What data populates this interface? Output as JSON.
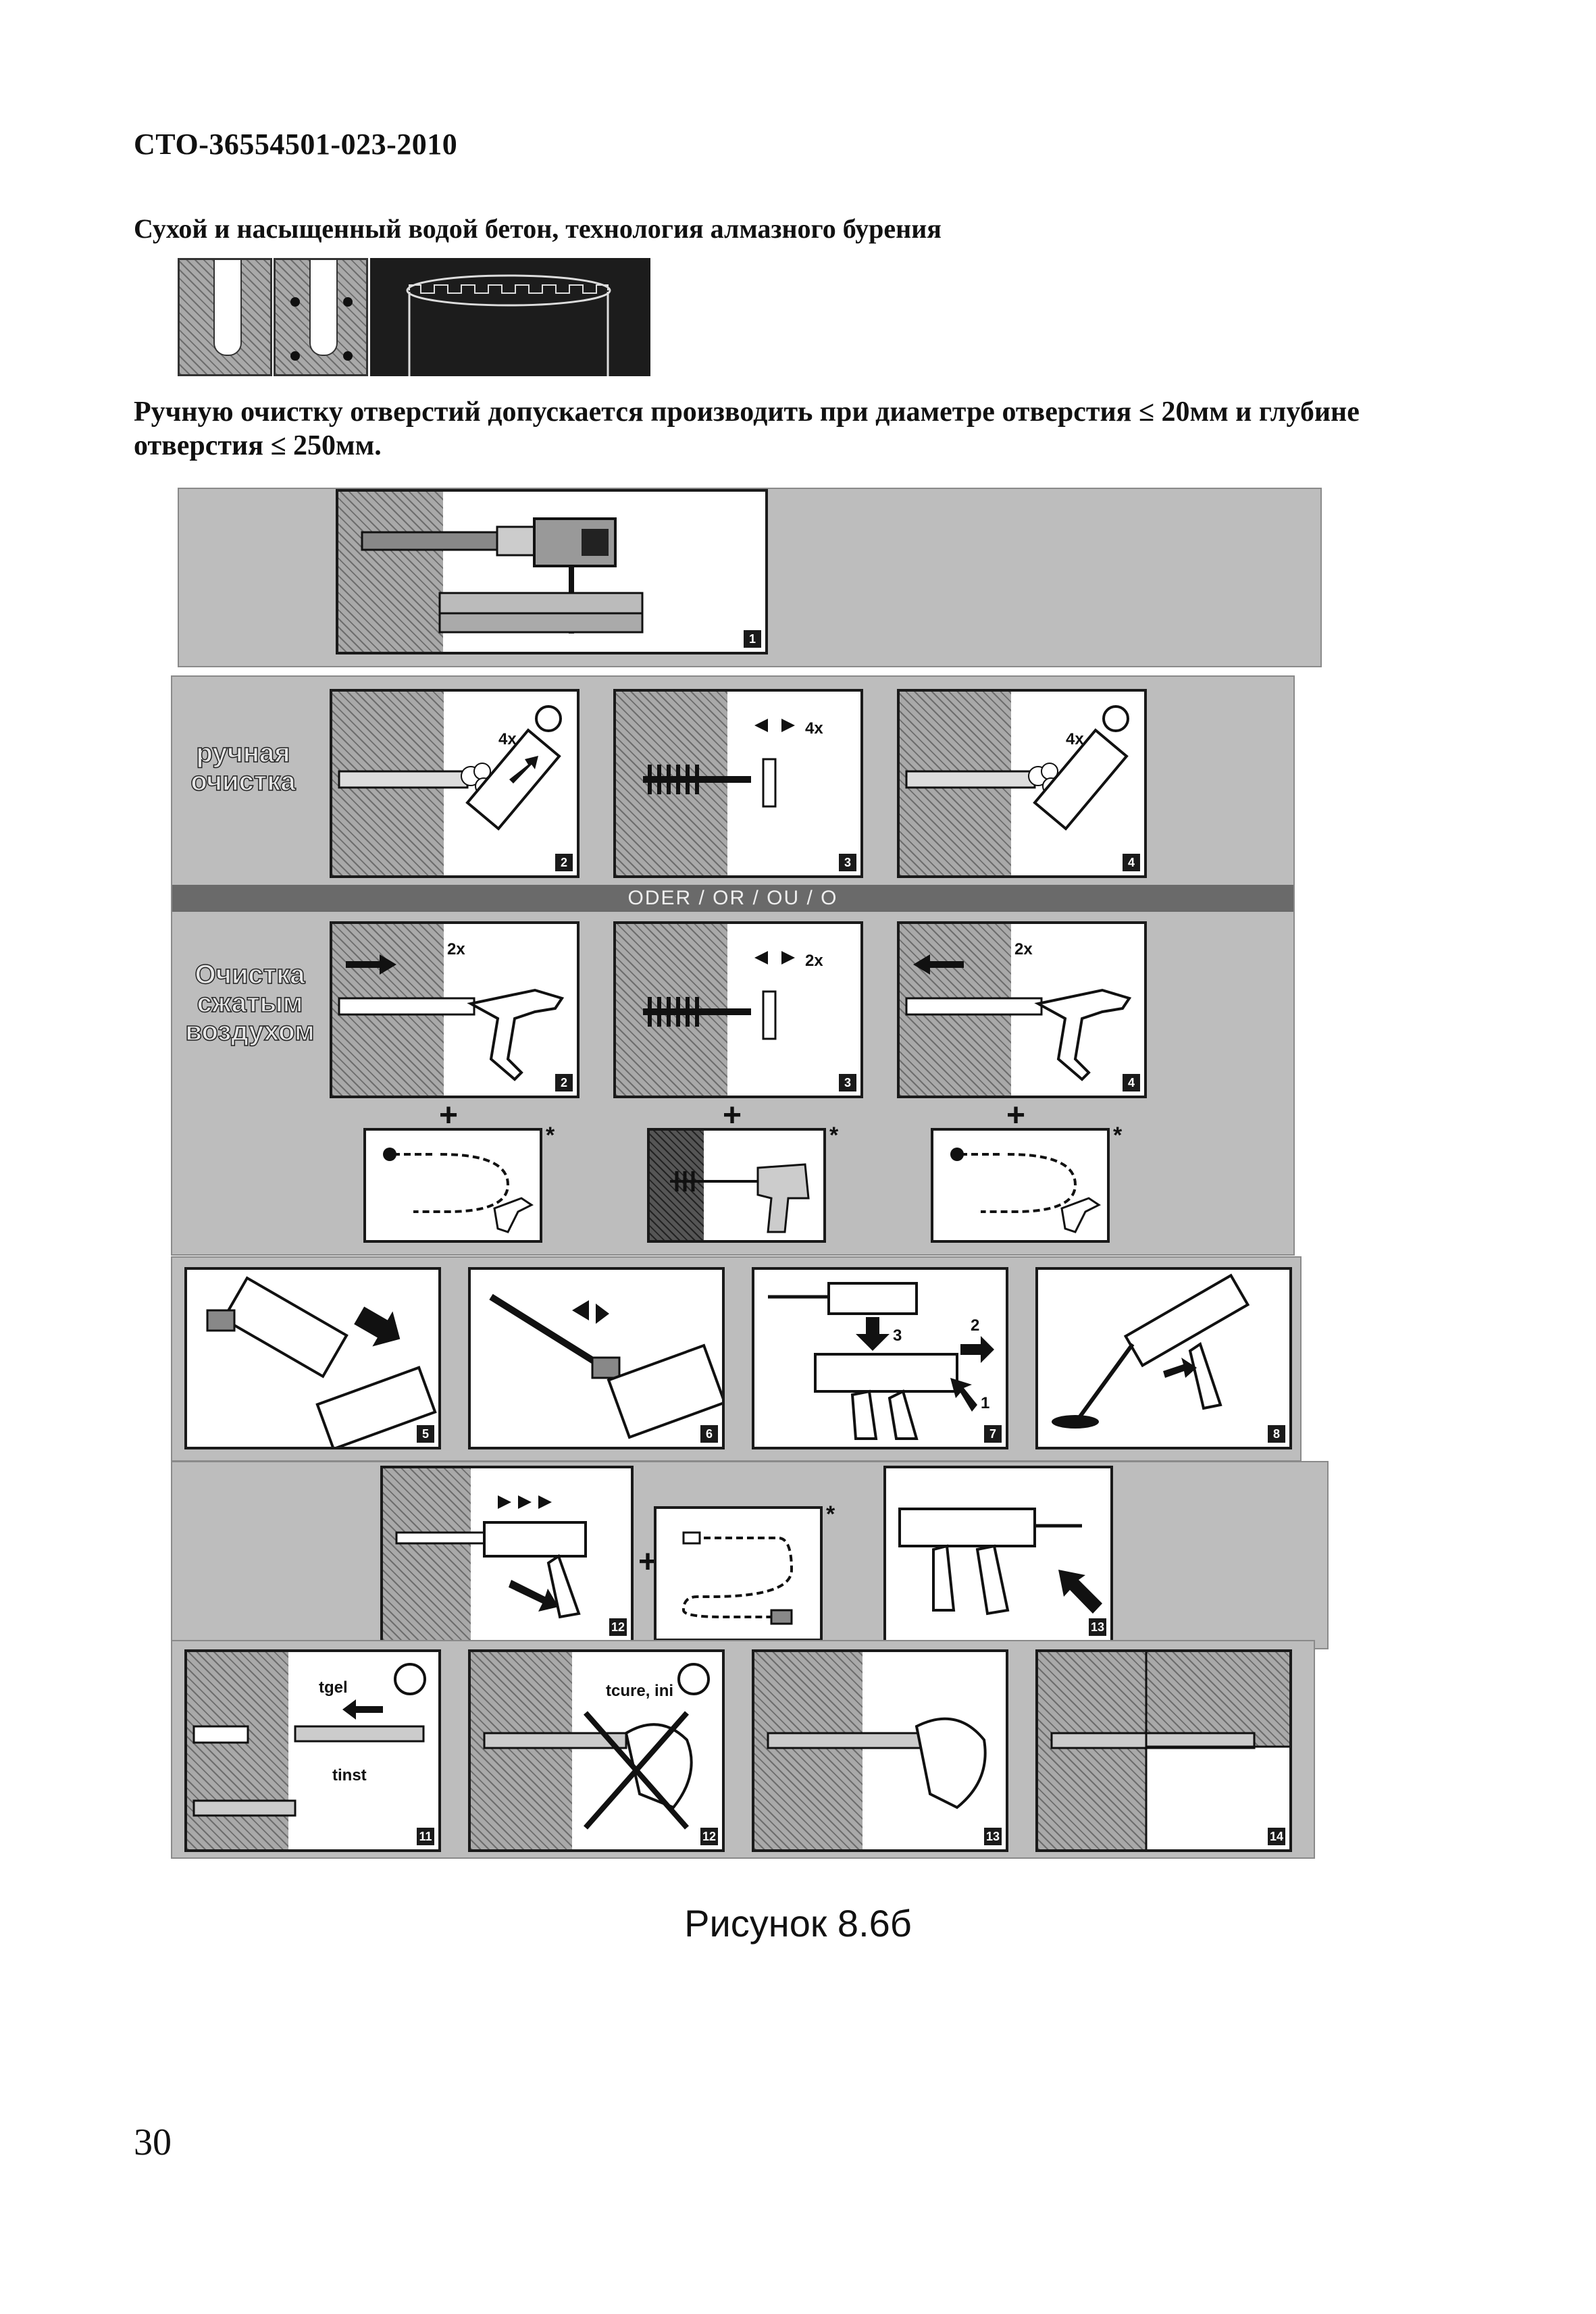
{
  "header": {
    "doc_code": "СТО-36554501-023-2010"
  },
  "section": {
    "subtitle": "Сухой и насыщенный водой бетон, технология алмазного бурения"
  },
  "note": {
    "text": "Ручную очистку отверстий допускается производить при диаметре отверстия ≤ 20мм и глубине отверстия ≤ 250мм."
  },
  "figure": {
    "label_manual": "ручная очистка",
    "label_compressed": "Очистка сжатым воздухом",
    "separator": "ODER / OR / OU / O",
    "steps": {
      "s1": "1",
      "s2": "2",
      "s3": "3",
      "s4": "4",
      "s5": "5",
      "s6": "6",
      "s7": "7",
      "s8": "8",
      "s11": "11",
      "s12": "12",
      "s13": "13",
      "s14": "14"
    },
    "annotations": {
      "x4": "4x",
      "x2": "2x",
      "n1": "1",
      "n2": "2",
      "n3": "3",
      "tgel": "tgel",
      "tinst": "tinst",
      "tcure": "tcure, ini"
    },
    "plus": "+",
    "star": "*"
  },
  "caption": {
    "text": "Рисунок 8.6б"
  },
  "footer": {
    "page_number": "30"
  }
}
